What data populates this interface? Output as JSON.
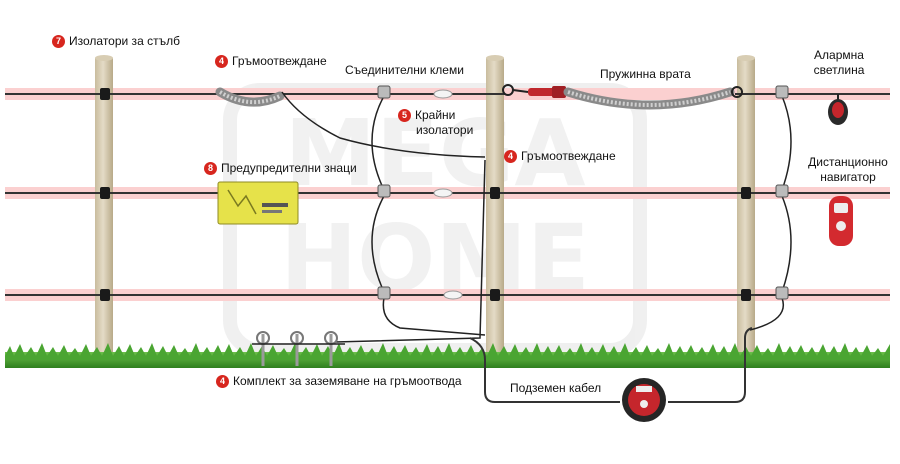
{
  "labels": {
    "post_insulators": {
      "num": "7",
      "text": "Изолатори за стълб"
    },
    "lightning_diverter_top": {
      "num": "4",
      "text": "Гръмоотвеждане"
    },
    "connection_clamps": {
      "text": "Съединителни клеми"
    },
    "end_insulators": {
      "num": "5",
      "line1": "Крайни",
      "line2": "изолатори"
    },
    "lightning_diverter_mid": {
      "num": "4",
      "text": "Гръмоотвеждане"
    },
    "warning_signs": {
      "num": "8",
      "text": "Предупредителни знаци"
    },
    "spring_gate": {
      "text": "Пружинна врата"
    },
    "alarm_light": {
      "line1": "Алармна",
      "line2": "светлина"
    },
    "remote_navigator": {
      "line1": "Дистанционно",
      "line2": "навигатор"
    },
    "earthing_kit": {
      "num": "4",
      "text": "Комплект за заземяване на гръмоотвода"
    },
    "underground_cable": {
      "text": "Подземен кабел"
    }
  },
  "colors": {
    "wire": "#333333",
    "wire_glow": "#f7a7a7",
    "post": "#d8cdb3",
    "grass": "#3f9a2a",
    "badge": "#d7261e",
    "watermark": "#ececec"
  }
}
